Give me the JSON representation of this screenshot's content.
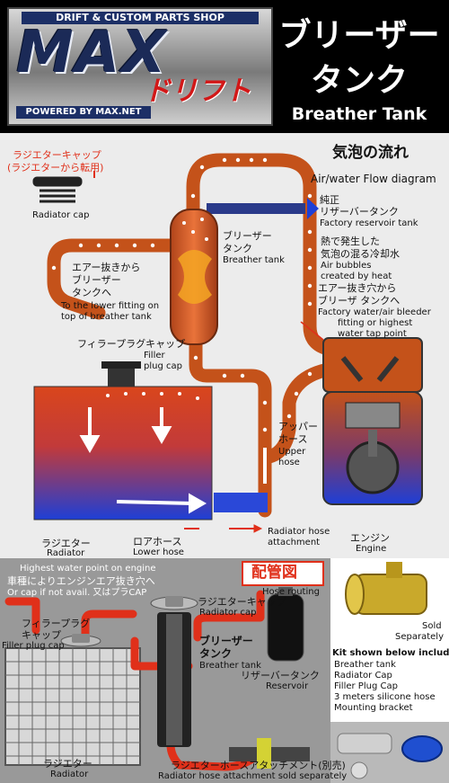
{
  "header": {
    "logo_top": "DRIFT & CUSTOM PARTS SHOP",
    "logo_big": "MAX",
    "logo_kana": "ドリフト",
    "logo_sub": "POWERED BY MAX.NET",
    "title_jp_line1": "ブリーザー",
    "title_jp_line2": "タンク",
    "title_en": "Breather Tank"
  },
  "flow_diagram": {
    "title_jp": "気泡の流れ",
    "title_en": "Air/water Flow diagram",
    "radiator_cap_jp1": "ラジエターキャップ",
    "radiator_cap_jp2": "(ラジエターから転用)",
    "radiator_cap_en": "Radiator cap",
    "reservoir_jp1": "純正",
    "reservoir_jp2": "リザーバータンク",
    "reservoir_en": "Factory reservoir tank",
    "breather_jp1": "ブリーザー",
    "breather_jp2": "タンク",
    "breather_en": "Breather tank",
    "heat_jp1": "熱で発生した",
    "heat_jp2": "気泡の混る冷却水",
    "heat_en1": "Air bubbles",
    "heat_en2": "created by heat",
    "bleeder_jp1": "エアー抜き穴から",
    "bleeder_jp2": "ブリーザ タンクへ",
    "bleeder_en1": "Factory water/air bleeder",
    "bleeder_en2": "fitting or highest",
    "bleeder_en3": "water tap point",
    "to_lower_jp1": "エアー抜きから",
    "to_lower_jp2": "ブリーザー",
    "to_lower_jp3": "タンクへ",
    "to_lower_en1": "To the lower fitting on",
    "to_lower_en2": "top of breather tank",
    "filler_jp": "フィラープラグキャップ",
    "filler_en1": "Filler",
    "filler_en2": "plug cap",
    "upper_hose_jp1": "アッパー",
    "upper_hose_jp2": "ホース",
    "upper_hose_en1": "Upper",
    "upper_hose_en2": "hose",
    "radiator_jp": "ラジエター",
    "radiator_en": "Radiator",
    "lower_hose_jp": "ロアホース",
    "lower_hose_en": "Lower hose",
    "attachment_en1": "Radiator hose",
    "attachment_en2": "attachment",
    "engine_jp": "エンジン",
    "engine_en": "Engine"
  },
  "routing_diagram": {
    "highest_en1": "Highest water point on engine",
    "highest_jp": "車種によりエンジンエア抜き穴へ",
    "highest_en2": "Or cap if not avail. 又はプラCAP",
    "title_jp": "配管図",
    "title_en": "Hose routing",
    "radcap_jp": "ラジエターキャップ",
    "radcap_en": "Radiator cap",
    "filler_jp1": "フィラープラグ",
    "filler_jp2": "キャップ",
    "filler_en": "Filler plug cap",
    "breather_jp1": "ブリーザー",
    "breather_jp2": "タンク",
    "breather_en": "Breather tank",
    "reservoir_jp": "リザーバータンク",
    "reservoir_en": "Reservoir",
    "radiator_jp": "ラジエター",
    "radiator_en": "Radiator",
    "attachment_jp": "ラジエターホースアタッチメント(別売)",
    "attachment_en": "Radiator hose attachment sold separately"
  },
  "product_panel": {
    "sold_line1": "Sold",
    "sold_line2": "Separately",
    "kit_title": "Kit shown below includes:",
    "kit_items": [
      "Breather tank",
      "Radiator Cap",
      "Filler Plug Cap",
      "3 meters silicone hose",
      "Mounting bracket"
    ]
  },
  "colors": {
    "hose": "#c4521a",
    "accent_red": "#e0301a",
    "radiator_top": "#d9461c",
    "radiator_bottom": "#1e3fd6",
    "gold": "#c9a92b"
  }
}
